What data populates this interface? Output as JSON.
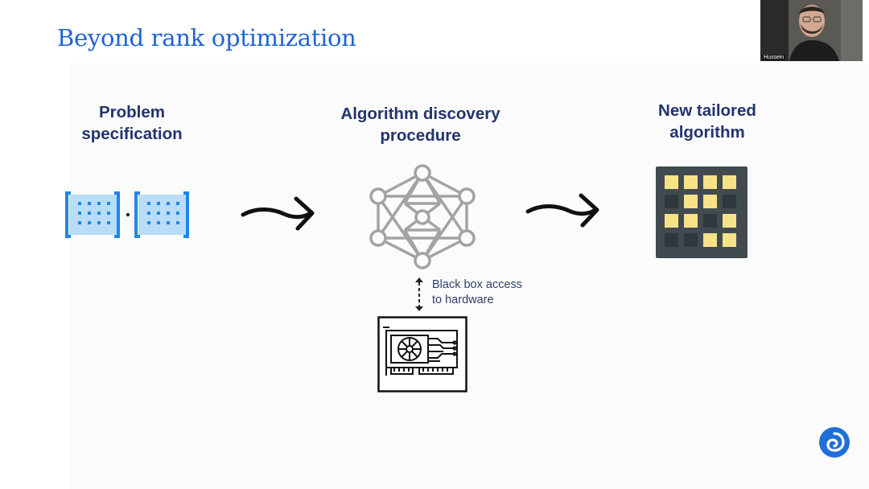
{
  "slide": {
    "title": "Beyond rank optimization",
    "stages": [
      {
        "line1": "Problem",
        "line2": "specification"
      },
      {
        "line1": "Algorithm discovery",
        "line2": "procedure"
      },
      {
        "line1": "New tailored",
        "line2": "algorithm"
      }
    ],
    "hardware_note": {
      "line1": "Black box access",
      "line2": "to hardware"
    }
  },
  "webcam": {
    "name": "Hussein"
  },
  "colors": {
    "title": "#1f63d6",
    "label": "#23346e",
    "matrix_bracket": "#1e88e5",
    "matrix_fill": "#b9dcf7",
    "network": "#a3a3a3",
    "grid_bg": "#414b4f",
    "grid_lit": "#f7e28a",
    "grid_dim": "#2f383c",
    "logo": "#1e6fd9"
  },
  "icons": [
    "matrix-icon",
    "arrow-right-icon",
    "neural-network-icon",
    "double-arrow-icon",
    "gpu-card-icon",
    "grid-algorithm-icon",
    "deepmind-logo-icon"
  ]
}
